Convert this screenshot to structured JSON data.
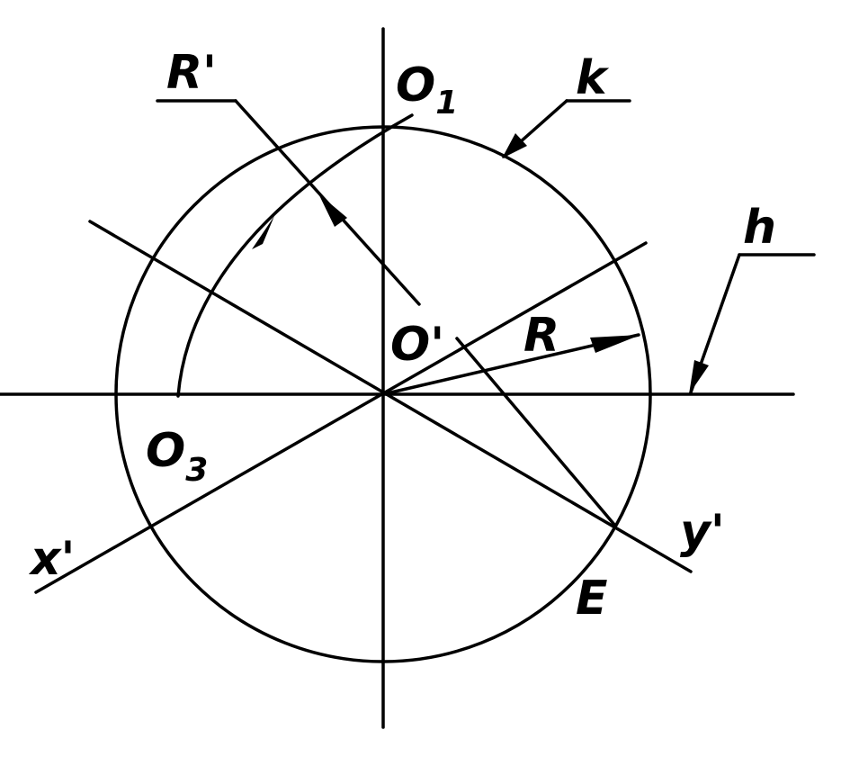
{
  "labels": {
    "R_prime": "R'",
    "O1_main": "O",
    "O1_sub": "1",
    "k": "k",
    "h": "h",
    "O_prime": "O'",
    "R": "R",
    "O3_main": "O",
    "O3_sub": "3",
    "x_prime": "x'",
    "y_prime": "y'",
    "E": "E"
  },
  "colors": {
    "ink": "#000000",
    "background": "#ffffff"
  }
}
